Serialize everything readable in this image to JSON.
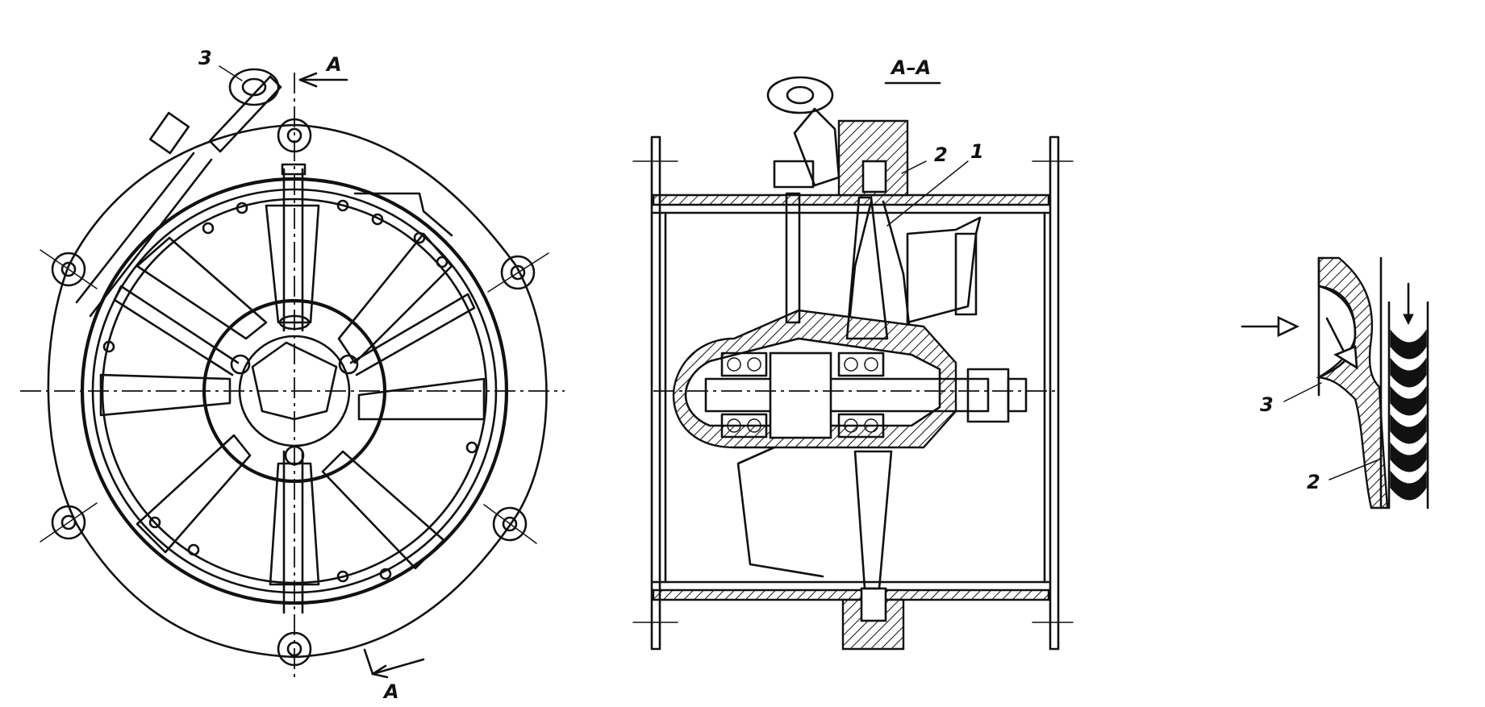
{
  "labels": {
    "front_callout_3": "3",
    "section_mark_top": "A",
    "section_mark_bottom": "A",
    "section_title": "A–A",
    "section_callout_2": "2",
    "section_callout_1": "1",
    "detail_callout_3": "3",
    "detail_callout_2": "2"
  }
}
